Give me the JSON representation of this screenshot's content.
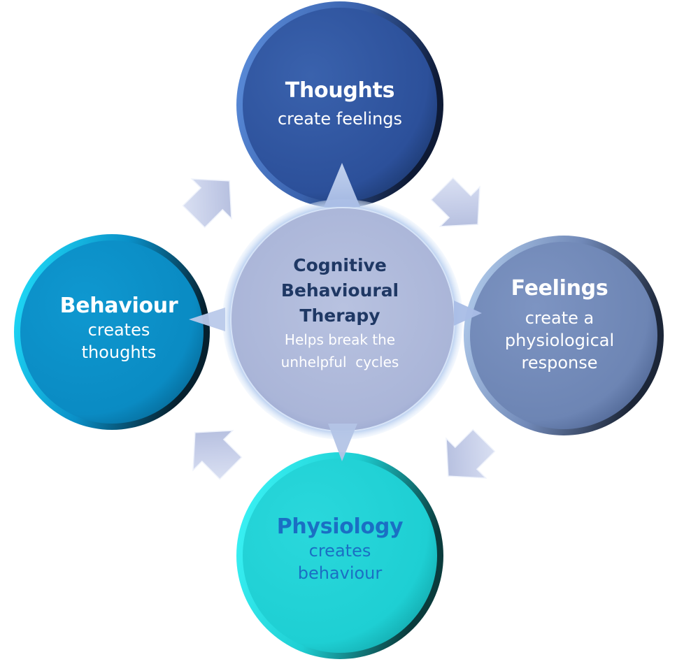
{
  "diagram": {
    "title": "Cognitive Behavioural Therapy cycle",
    "center": {
      "title_lines": [
        "Cognitive",
        "Behavioural",
        "Therapy"
      ],
      "subtitle_lines": [
        "Helps break the",
        "unhelpful  cycles"
      ],
      "fill_color": "#b3bddd",
      "title_color": "#1f3864",
      "subtitle_color": "#ffffff"
    },
    "nodes": [
      {
        "id": "thoughts",
        "position": "top",
        "title": "Thoughts",
        "subtitle_lines": [
          "create feelings"
        ],
        "fill_color": "#2e55a0",
        "text_color": "#ffffff"
      },
      {
        "id": "feelings",
        "position": "right",
        "title": "Feelings",
        "subtitle_lines": [
          "create a",
          "physiological",
          "response"
        ],
        "fill_color": "#7189b8",
        "text_color": "#ffffff"
      },
      {
        "id": "physiology",
        "position": "bottom",
        "title": "Physiology",
        "subtitle_lines": [
          "creates",
          "behaviour"
        ],
        "fill_color": "#1ecfd3",
        "text_color": "#1a6fc4"
      },
      {
        "id": "behaviour",
        "position": "left",
        "title": "Behaviour",
        "subtitle_lines": [
          "creates",
          "thoughts"
        ],
        "fill_color": "#0a8fc7",
        "text_color": "#ffffff"
      }
    ],
    "cycle_arrows": [
      {
        "from": "thoughts",
        "to": "feelings",
        "direction": "down-right"
      },
      {
        "from": "feelings",
        "to": "physiology",
        "direction": "down-left"
      },
      {
        "from": "physiology",
        "to": "behaviour",
        "direction": "up-left"
      },
      {
        "from": "behaviour",
        "to": "thoughts",
        "direction": "up-right"
      }
    ],
    "arrow_color": "#c5cde8"
  }
}
